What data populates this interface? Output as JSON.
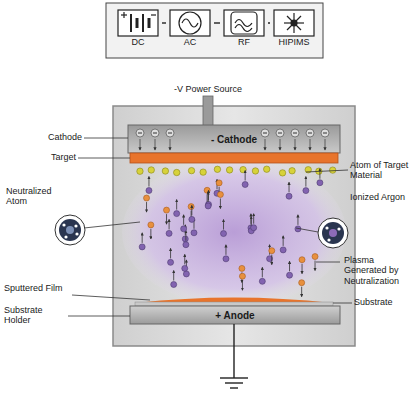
{
  "diagram": {
    "nodes": [
      {
        "text": [
          "DC"
        ]
      },
      {
        "text": [
          "AC"
        ]
      },
      {
        "text": [
          "RF"
        ]
      },
      {
        "text": [
          "HIPIMS"
        ]
      },
      {
        "text": [
          "- Cathode"
        ]
      },
      {
        "text": [
          "+ Anode"
        ]
      }
    ],
    "edges": [
      {
        "from": 0,
        "to": 1,
        "arrow": "none"
      },
      {
        "from": 1,
        "to": 2,
        "arrow": "none"
      },
      {
        "from": 2,
        "to": 3,
        "arrow": "none"
      }
    ],
    "labels": [
      "-V Power Source",
      "Cathode",
      "Target",
      "Atom of Target Material",
      "Neutralized Atom",
      "Ionized Argon",
      "Plasma Generated by Neutralization",
      "Sputtered Film",
      "Substrate",
      "Substrate Holder"
    ]
  }
}
